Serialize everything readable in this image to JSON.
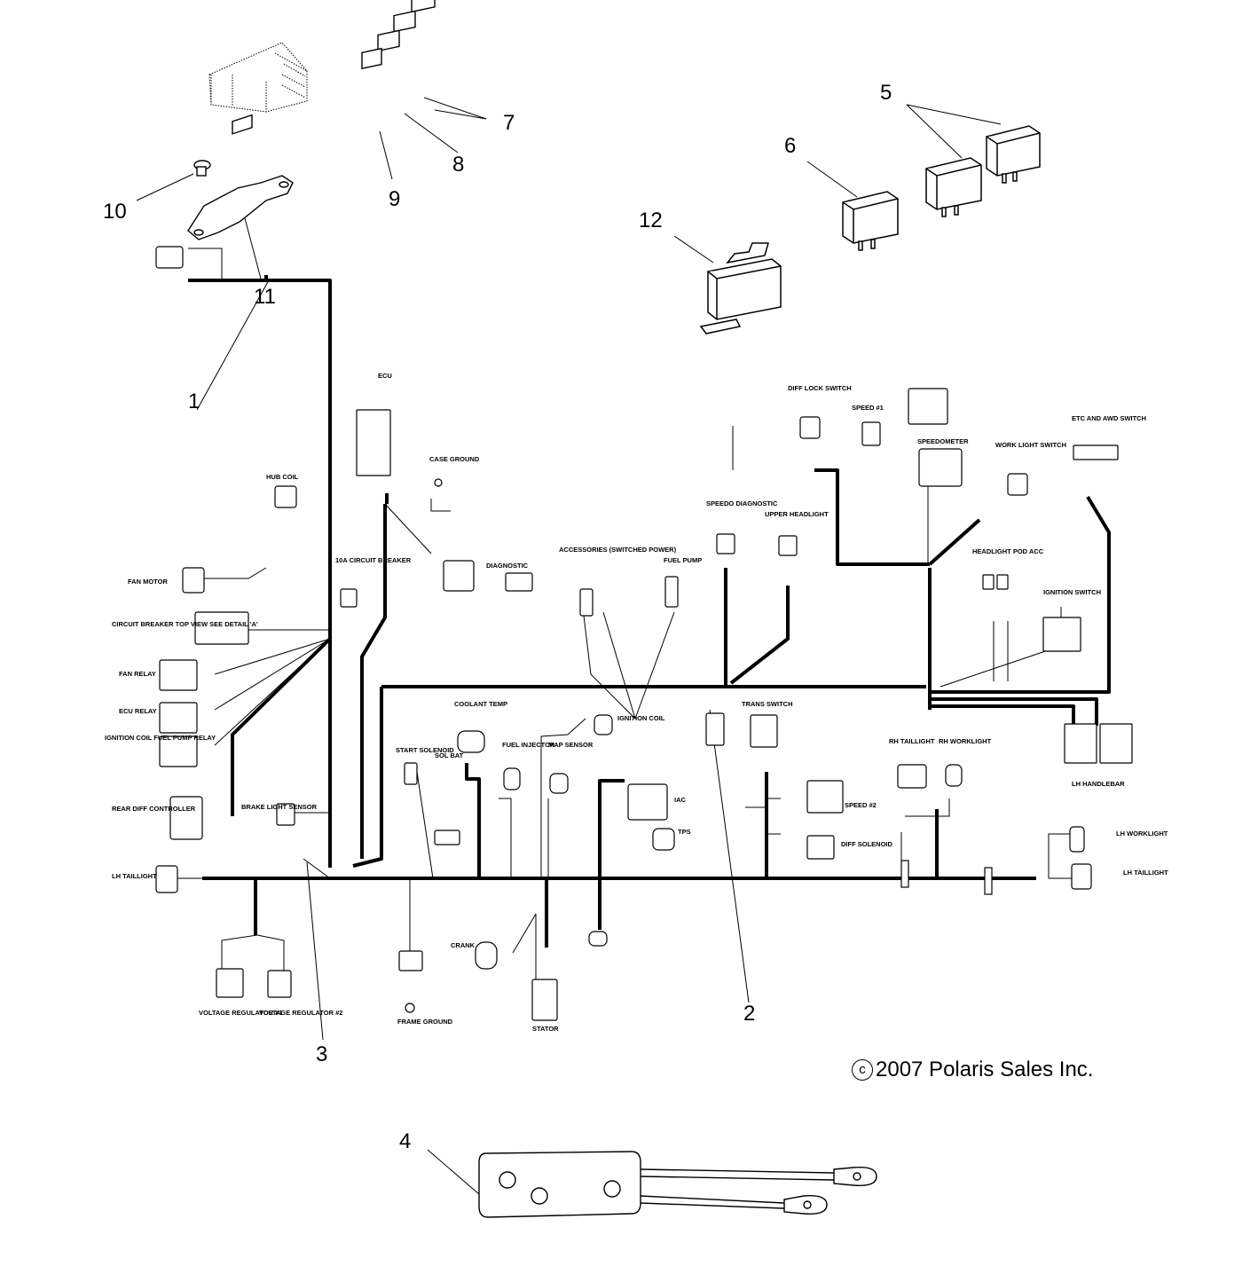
{
  "callouts": [
    "1",
    "2",
    "3",
    "4",
    "5",
    "6",
    "7",
    "8",
    "9",
    "10",
    "11",
    "12"
  ],
  "copyright": {
    "symbol": "c",
    "text": "2007 Polaris Sales Inc."
  },
  "harness_labels": {
    "ecu": "ECU",
    "hub_coil": "HUB COIL",
    "fan_motor": "FAN MOTOR",
    "circuit_breaker": "10A CIRCUIT BREAKER",
    "circuit_breaker_view": "CIRCUIT BREAKER TOP VIEW SEE DETAIL 'A'",
    "fan_relay": "FAN RELAY",
    "ecu_relay": "ECU RELAY",
    "fuel_pump_relay": "IGNITION COIL FUEL PUMP RELAY",
    "rear_diff": "REAR DIFF CONTROLLER",
    "brake_light": "BRAKE LIGHT SENSOR",
    "lh_taillight_left": "LH TAILLIGHT",
    "voltage_reg_1": "VOLTAGE REGULATOR #1",
    "voltage_reg_2": "VOLTAGE REGULATOR #2",
    "case_ground": "CASE GROUND",
    "diagnostic": "DIAGNOSTIC",
    "accessories": "ACCESSORIES (SWITCHED POWER)",
    "fuel_pump": "FUEL PUMP",
    "speedo_diag": "SPEEDO DIAGNOSTIC",
    "upper_headlight": "UPPER HEADLIGHT",
    "diff_lock": "DIFF LOCK SWITCH",
    "speed1": "SPEED #1",
    "speedometer": "SPEEDOMETER",
    "work_light_switch": "WORK LIGHT SWITCH",
    "etc_awd": "ETC AND AWD SWITCH",
    "headlight_pod": "HEADLIGHT POD ACC",
    "ignition_switch": "IGNITION SWITCH",
    "coolant_temp": "COOLANT TEMP",
    "ignition_coil": "IGNITION COIL",
    "trans_switch": "TRANS SWITCH",
    "start_solenoid": "START SOLENOID",
    "sol_bat": "SOL BAT",
    "fuel_injector": "FUEL INJECTOR",
    "map_sensor": "MAP SENSOR",
    "iac": "IAC",
    "tps": "TPS",
    "speed2": "SPEED #2",
    "diff_solenoid": "DIFF SOLENOID",
    "rh_taillight": "RH TAILLIGHT",
    "rh_worklight": "RH WORKLIGHT",
    "lh_handlebar": "LH HANDLEBAR",
    "lh_worklight": "LH WORKLIGHT",
    "lh_taillight_right": "LH TAILLIGHT",
    "crank": "CRANK",
    "frame_ground": "FRAME GROUND",
    "stator": "STATOR"
  }
}
